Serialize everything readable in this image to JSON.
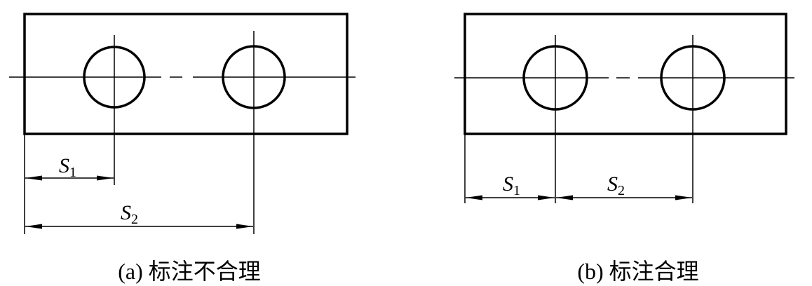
{
  "figures": [
    {
      "caption": "(a) 标注不合理",
      "dimensions": [
        {
          "symbol": "S",
          "subscript": "1"
        },
        {
          "symbol": "S",
          "subscript": "2"
        }
      ]
    },
    {
      "caption": "(b) 标注合理",
      "dimensions": [
        {
          "symbol": "S",
          "subscript": "1"
        },
        {
          "symbol": "S",
          "subscript": "2"
        }
      ]
    }
  ]
}
